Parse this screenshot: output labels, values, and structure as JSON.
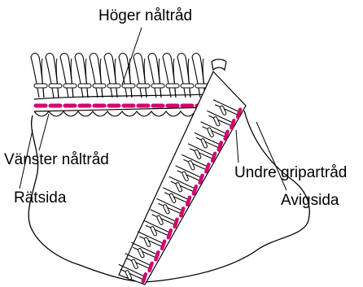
{
  "labels": {
    "right_needle_thread": "Höger nåltråd",
    "left_needle_thread": "Vänster nåltråd",
    "right_side": "Rätsida",
    "lower_looper_thread": "Undre gripartråd",
    "wrong_side": "Avigsida"
  },
  "colors": {
    "stitch_line": "#000000",
    "fill": "#ffffff",
    "needle_thread": "#d6006f"
  }
}
